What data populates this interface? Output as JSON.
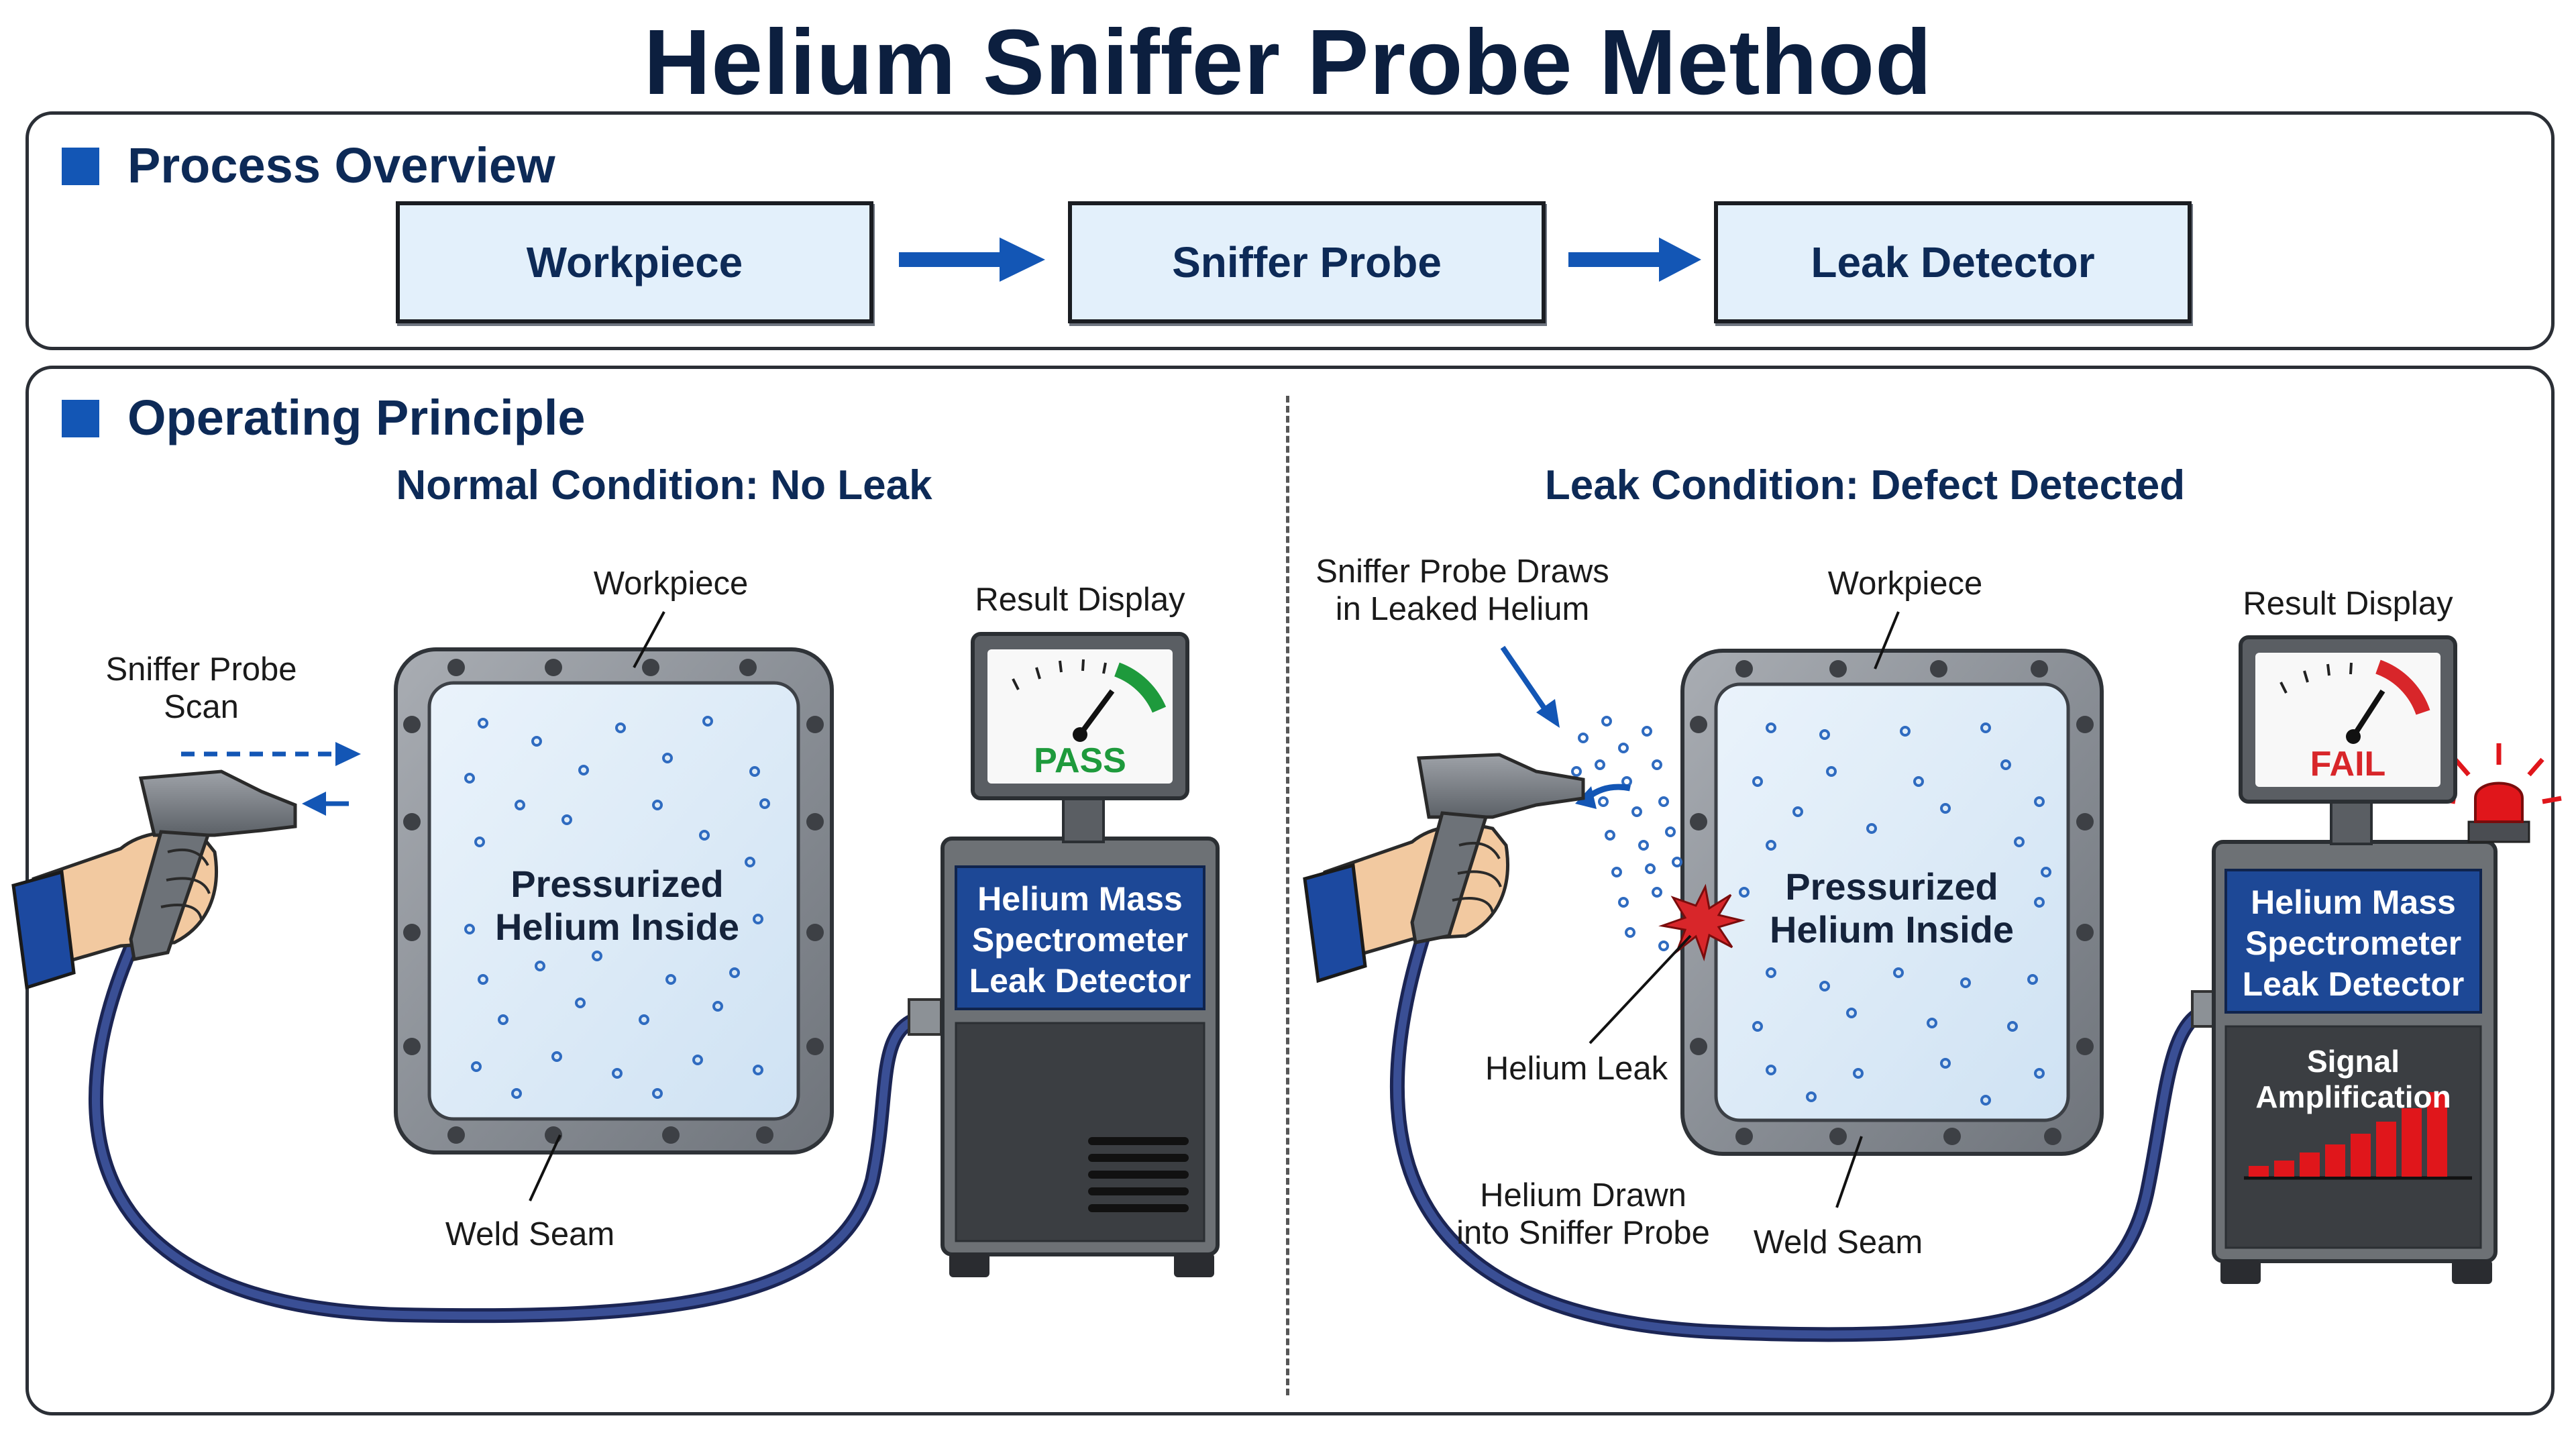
{
  "title": "Helium Sniffer Probe Method",
  "overview": {
    "heading": "Process Overview",
    "steps": [
      "Workpiece",
      "Sniffer Probe",
      "Leak Detector"
    ]
  },
  "principle": {
    "heading": "Operating Principle",
    "normal": {
      "heading": "Normal Condition: No Leak",
      "label_probe_scan": "Sniffer Probe Scan",
      "label_workpiece": "Workpiece",
      "label_weld_seam": "Weld Seam",
      "label_result_display": "Result Display",
      "tank_text_line1": "Pressurized",
      "tank_text_line2": "Helium Inside",
      "result": "PASS",
      "detector_line1": "Helium Mass",
      "detector_line2": "Spectrometer",
      "detector_line3": "Leak Detector"
    },
    "leak": {
      "heading": "Leak Condition: Defect Detected",
      "label_probe_draws_line1": "Sniffer Probe Draws",
      "label_probe_draws_line2": "in Leaked Helium",
      "label_workpiece": "Workpiece",
      "label_helium_leak": "Helium Leak",
      "label_drawn_line1": "Helium Drawn",
      "label_drawn_line2": "into Sniffer Probe",
      "label_weld_seam": "Weld Seam",
      "label_result_display": "Result Display",
      "tank_text_line1": "Pressurized",
      "tank_text_line2": "Helium Inside",
      "result": "FAIL",
      "detector_line1": "Helium Mass",
      "detector_line2": "Spectrometer",
      "detector_line3": "Leak Detector",
      "signal_label": "Signal Amplification"
    }
  },
  "colors": {
    "accent": "#1356b5",
    "pass": "#1e9a3c",
    "fail": "#d8262a",
    "panel_blue": "#1d4896",
    "tank_fill": "#dcebf8",
    "hose": "#2d3f7a"
  }
}
